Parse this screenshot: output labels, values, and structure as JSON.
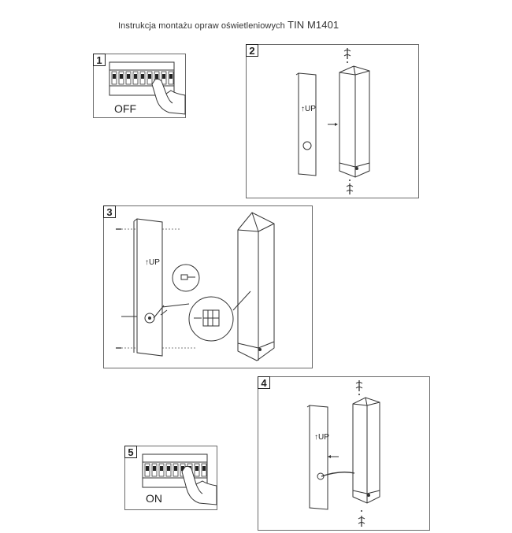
{
  "document": {
    "title_prefix": "Instrukcja montażu opraw oświetleniowych",
    "title_model": "TIN M1401"
  },
  "steps": [
    {
      "number": "1",
      "label": "OFF"
    },
    {
      "number": "2",
      "label": ""
    },
    {
      "number": "3",
      "label": ""
    },
    {
      "number": "4",
      "label": ""
    },
    {
      "number": "5",
      "label": "ON"
    }
  ],
  "annotations": {
    "up_label": "UP",
    "up_arrow": "↑"
  },
  "icons": [
    "breaker-panel-icon",
    "hand-pointer-icon",
    "screwdriver-icon",
    "terminal-block-icon",
    "connector-icon",
    "arrow-icon"
  ]
}
